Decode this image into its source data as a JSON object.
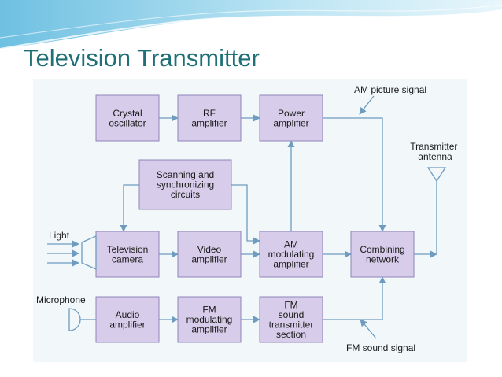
{
  "slide": {
    "title": "Television Transmitter"
  },
  "diagram": {
    "blocks": {
      "crystal": [
        "Crystal",
        "oscillator"
      ],
      "rf": [
        "RF",
        "amplifier"
      ],
      "power": [
        "Power",
        "amplifier"
      ],
      "scanning": [
        "Scanning and",
        "synchronizing",
        "circuits"
      ],
      "camera": [
        "Television",
        "camera"
      ],
      "video": [
        "Video",
        "amplifier"
      ],
      "am_mod": [
        "AM",
        "modulating",
        "amplifier"
      ],
      "combining": [
        "Combining",
        "network"
      ],
      "audio": [
        "Audio",
        "amplifier"
      ],
      "fm_mod": [
        "FM",
        "modulating",
        "amplifier"
      ],
      "fm_sound": [
        "FM",
        "sound",
        "transmitter",
        "section"
      ]
    },
    "labels": {
      "am_picture_signal": "AM picture signal",
      "fm_sound_signal": "FM sound signal",
      "light": "Light",
      "microphone": "Microphone",
      "antenna": [
        "Transmitter",
        "antenna"
      ]
    },
    "colors": {
      "block_fill": "#d7cdea",
      "block_stroke": "#8f84b8",
      "line": "#6e9cc0",
      "text": "#1a1a1a",
      "title": "#1f6f77",
      "header_wave": "#8fcfe8"
    }
  }
}
